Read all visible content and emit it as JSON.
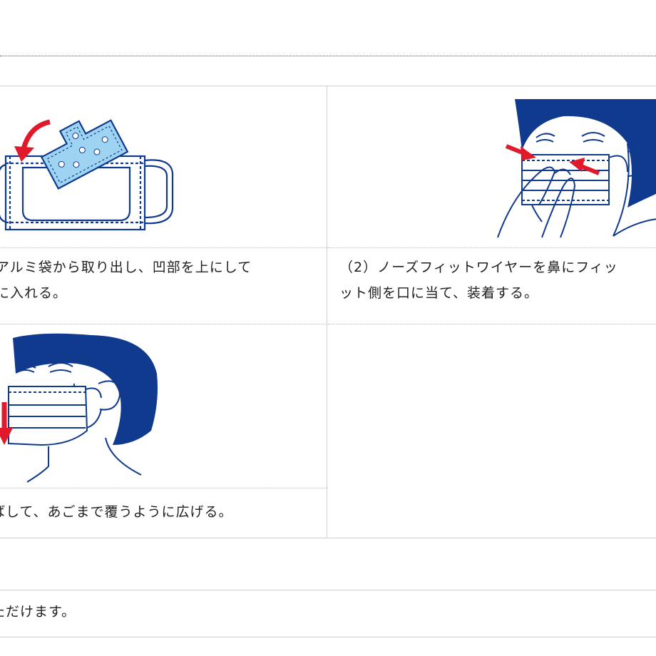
{
  "steps": [
    {
      "caption_line1": "をアルミ袋から取り出し、凹部を上にして",
      "caption_line2": "トに入れる。"
    },
    {
      "caption_line1": "（2）ノーズフィットワイヤーを鼻にフィッ",
      "caption_line2": "ット側を口に当て、装着する。"
    },
    {
      "caption_line1": "ばして、あごまで覆うように広げる。"
    }
  ],
  "footer": {
    "note": "ただけます。"
  },
  "colors": {
    "navy": "#0f3a8e",
    "red": "#e01a2b",
    "packet_blue": "#9ed3f2",
    "border": "#cfcfcf"
  }
}
